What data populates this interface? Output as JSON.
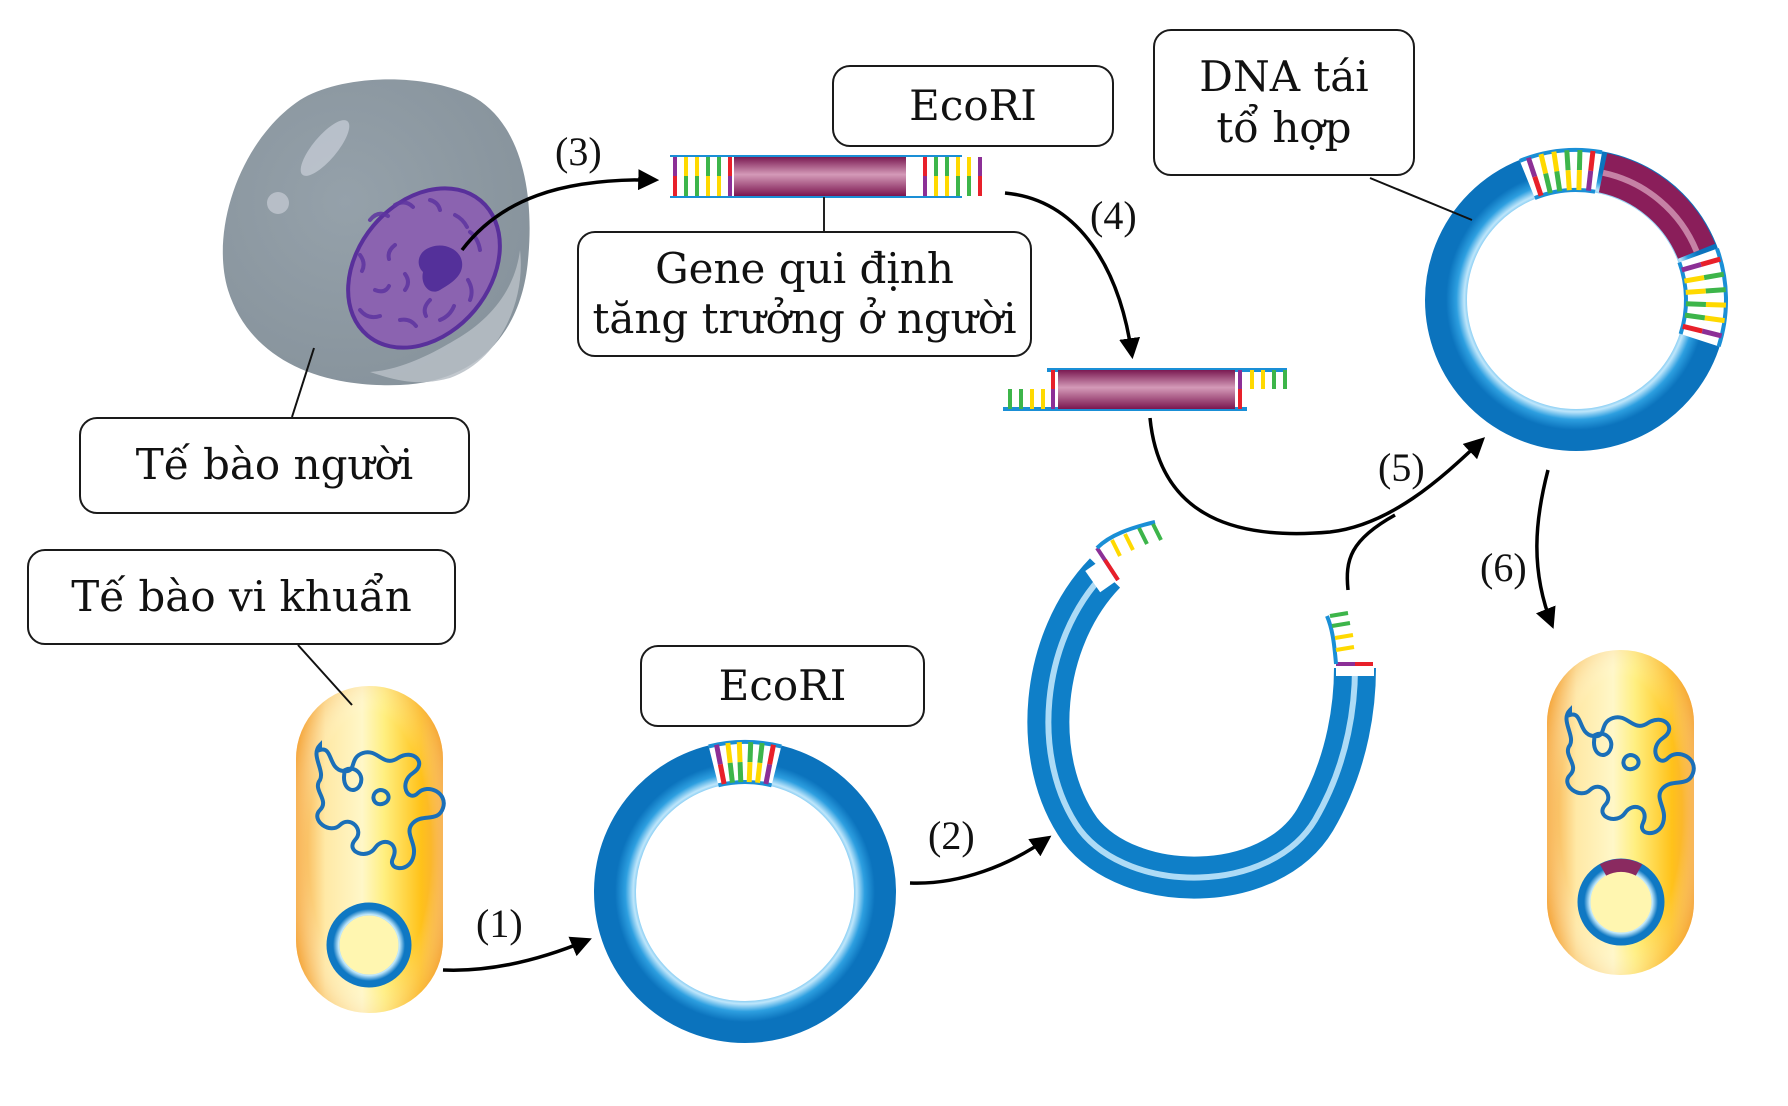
{
  "labels": {
    "human_cell": "Tế bào người",
    "bacterial_cell": "Tế bào vi khuẩn",
    "enzyme_top": "EcoRI",
    "enzyme_bottom": "EcoRI",
    "gene_line1": "Gene qui định",
    "gene_line2": "tăng trưởng ở người",
    "recombinant_line1": "DNA tái",
    "recombinant_line2": "tổ hợp"
  },
  "steps": [
    "(1)",
    "(2)",
    "(3)",
    "(4)",
    "(5)",
    "(6)"
  ],
  "colors": {
    "plasmid_blue": "#1a8fd6",
    "gene_purple": "#8a1e5a",
    "cell_gray": "#8d99a2",
    "nucleus_purple": "#8b63b0",
    "bacterium_orange": "#f7ae3f",
    "base_red": "#e8202a",
    "base_yellow": "#ffd900",
    "base_green": "#3db54a",
    "base_violet": "#8c2f96"
  }
}
